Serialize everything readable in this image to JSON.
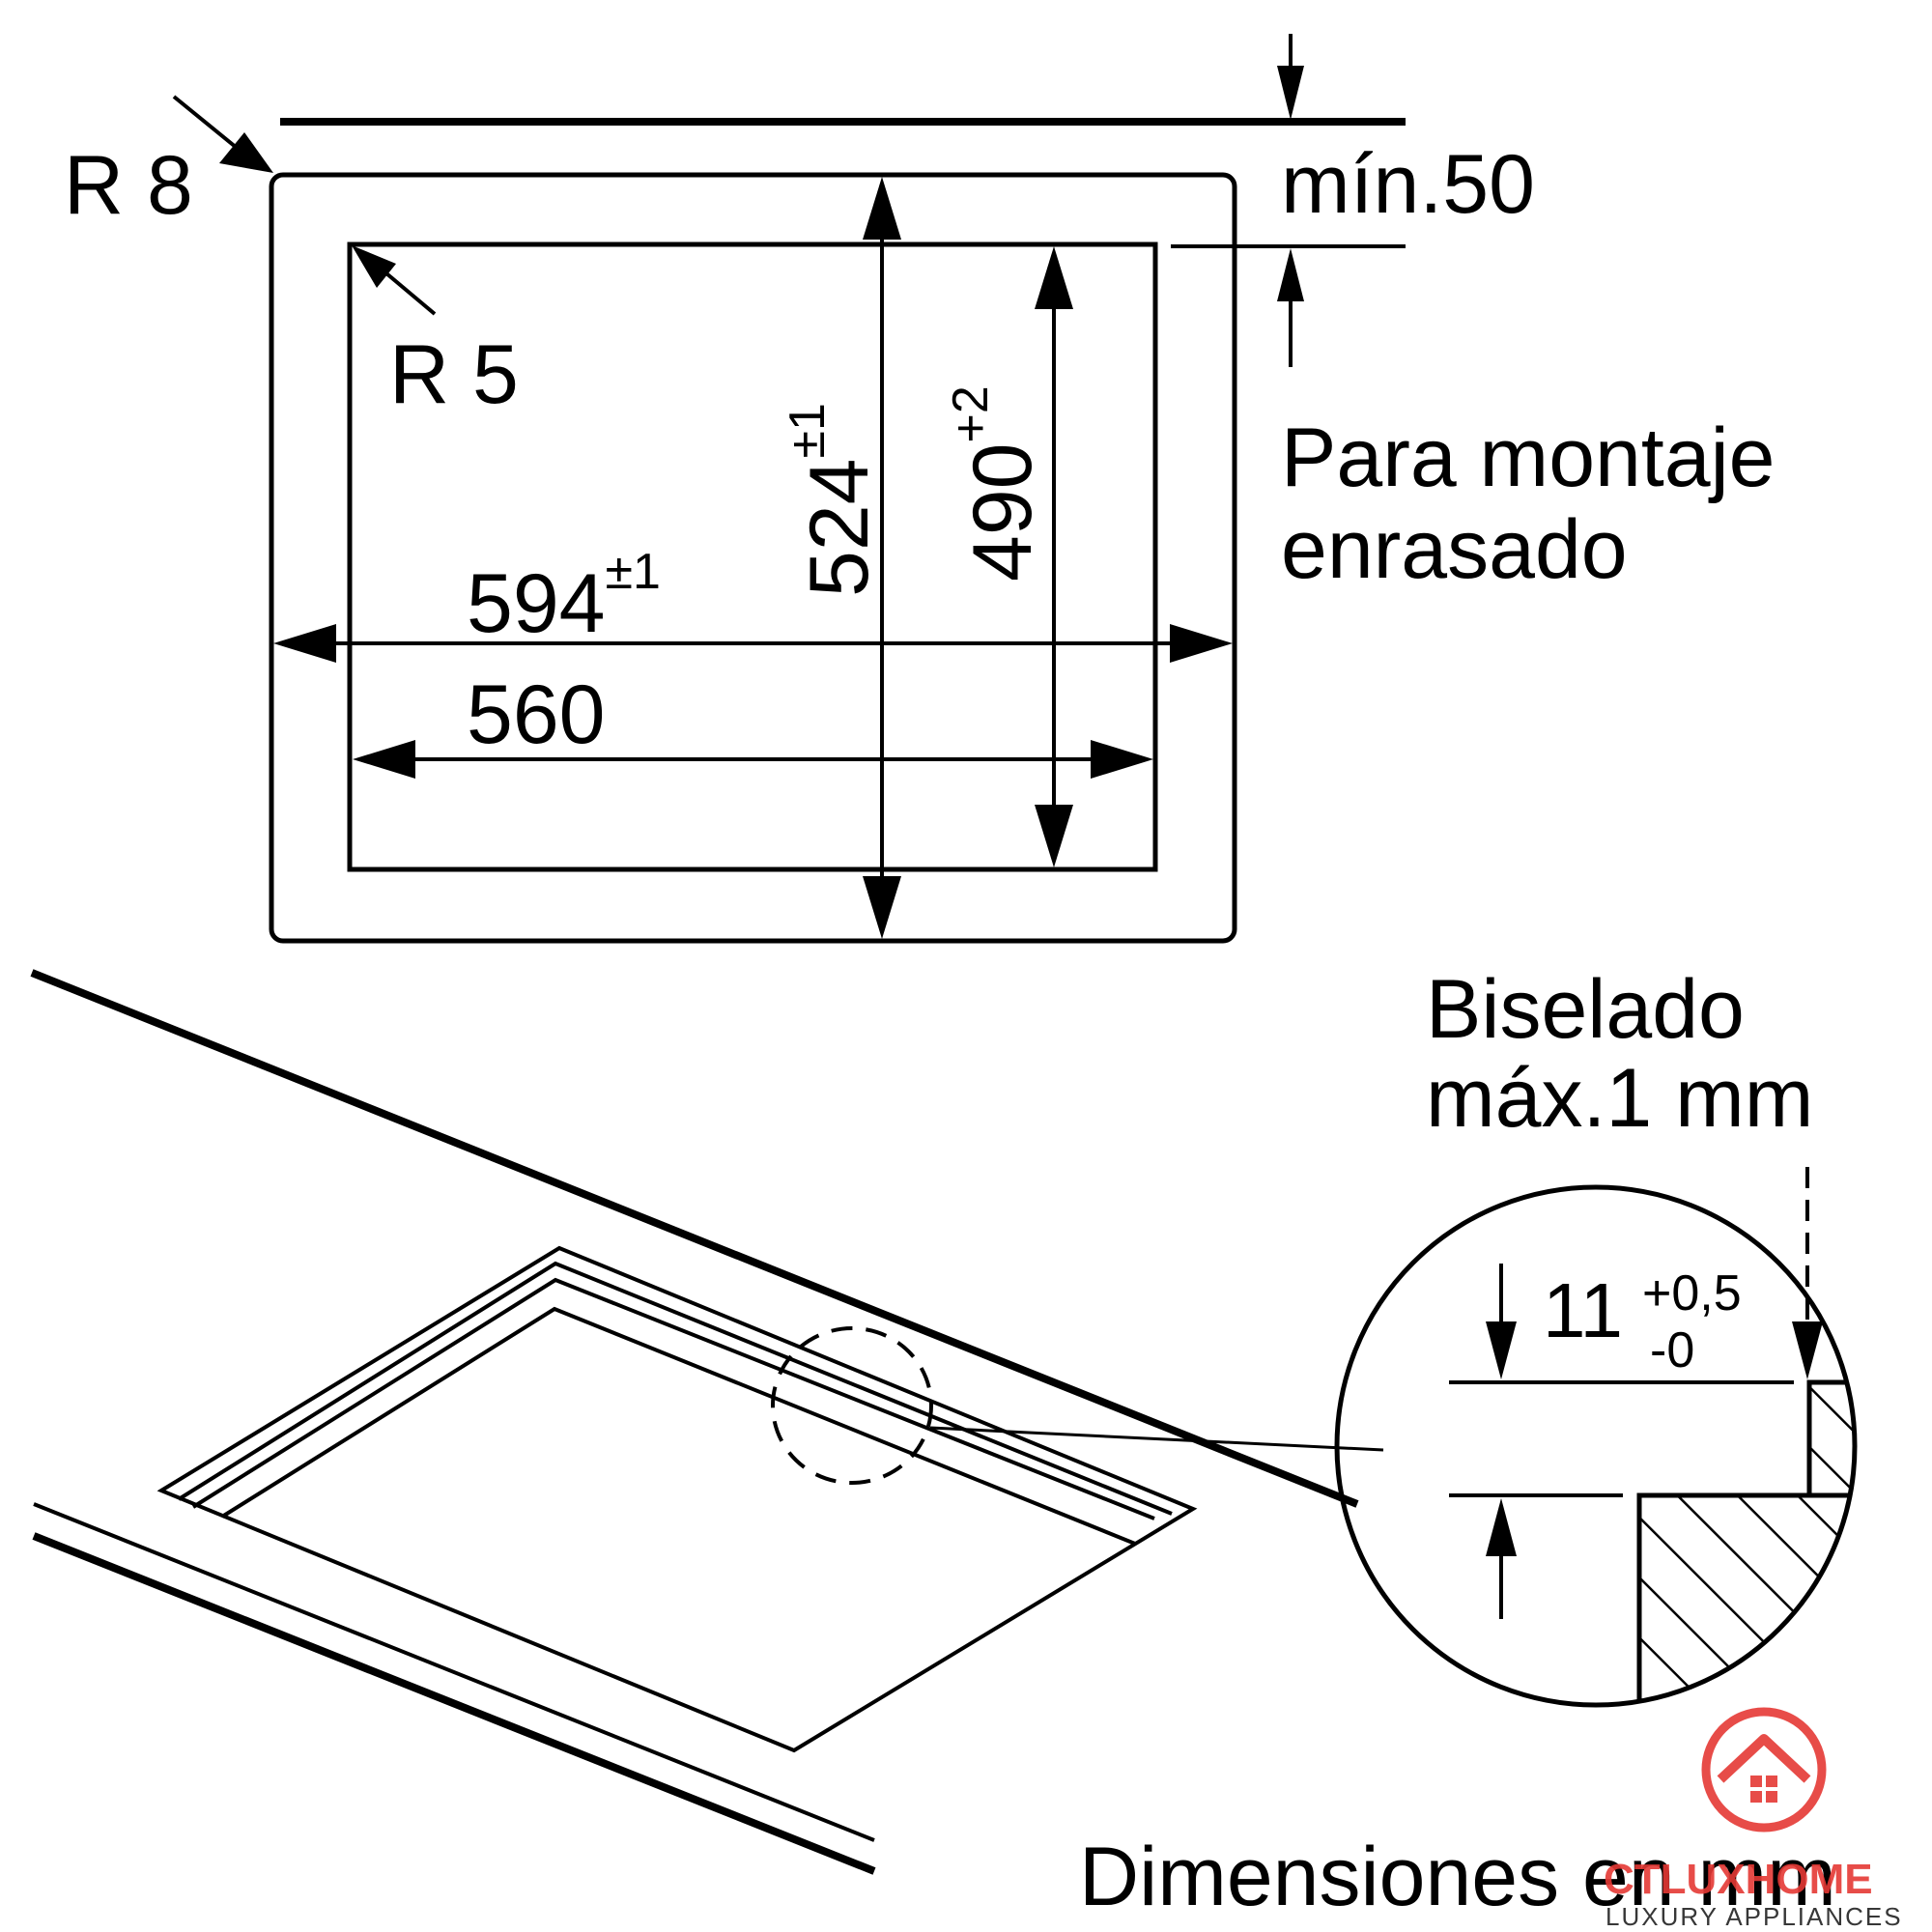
{
  "labels": {
    "r8": "R 8",
    "r5": "R 5",
    "min50": "mín.50",
    "w594": "594",
    "w594_tol": "±1",
    "w560": "560",
    "h524": "524",
    "h524_tol": "±1",
    "h490": "490",
    "h490_tol": "+2",
    "flush_line1": "Para montaje",
    "flush_line2": "enrasado",
    "bevel_line1": "Biselado",
    "bevel_line2": "máx.1 mm",
    "depth": "11",
    "depth_tol_plus": "+0,5",
    "depth_tol_minus": "-0",
    "units": "Dimensiones en mm"
  },
  "logo": {
    "brand": "CTLUXHOME",
    "tagline": "LUXURY APPLIANCES",
    "color": "#e53935"
  },
  "colors": {
    "line": "#000000",
    "background": "#ffffff"
  }
}
